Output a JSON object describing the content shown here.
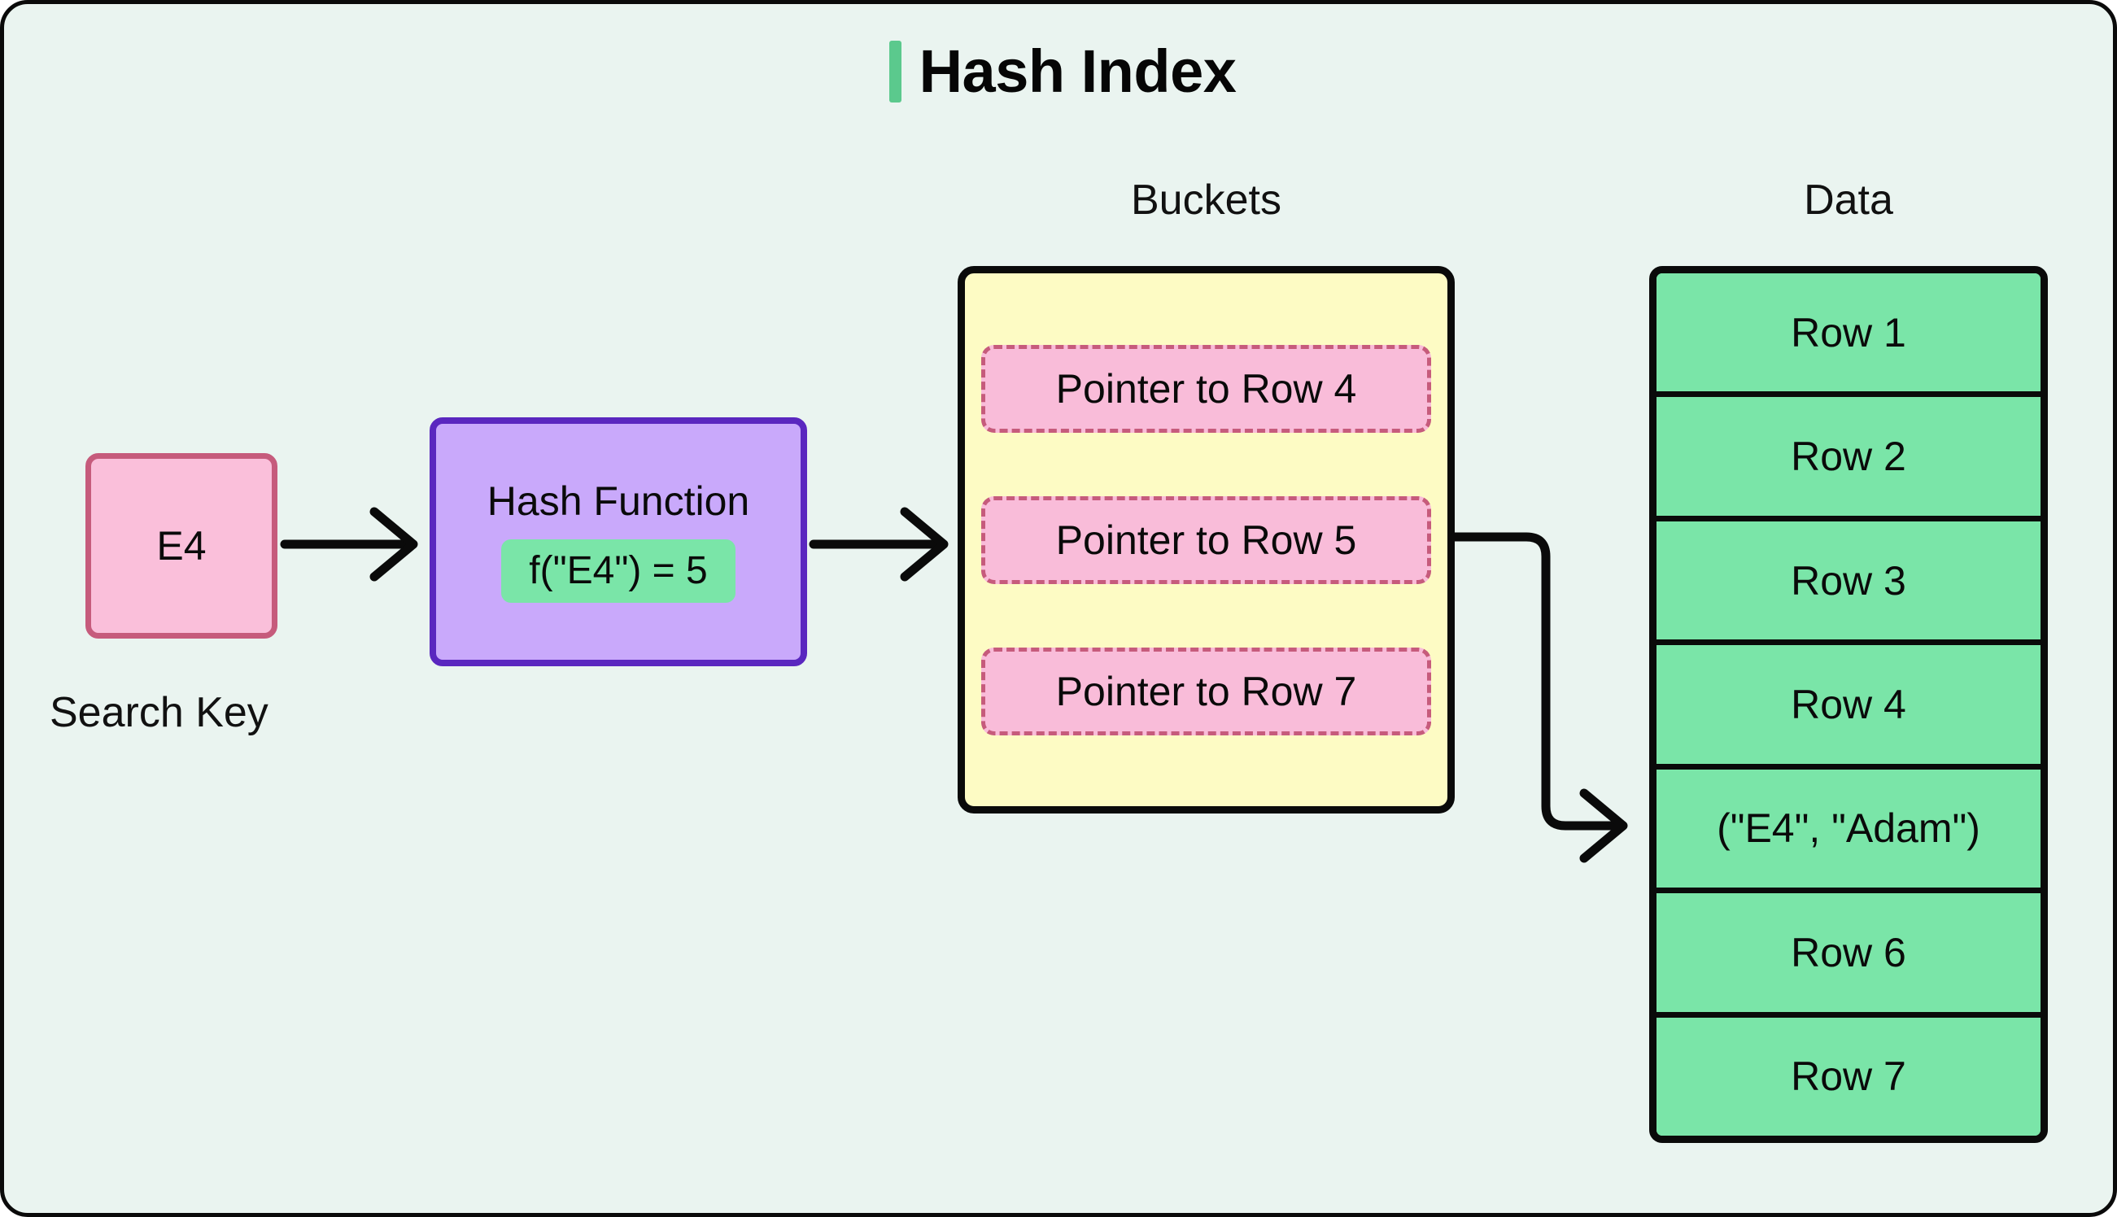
{
  "page": {
    "background_color": "#eaf4f0",
    "border_color": "#0a0a0a"
  },
  "title": {
    "text": "Hash Index",
    "accent_color": "#5bc98d"
  },
  "columns": {
    "buckets_header": "Buckets",
    "data_header": "Data"
  },
  "search_key": {
    "value": "E4",
    "label": "Search Key",
    "fill_color": "#fabfda",
    "border_color": "#c65b7c"
  },
  "hash_function": {
    "title": "Hash Function",
    "formula": "f(\"E4\") = 5",
    "fill_color": "#c9a9fb",
    "border_color": "#5a27bf",
    "formula_fill_color": "#7ae5a8"
  },
  "buckets": {
    "fill_color": "#fdfbc4",
    "border_color": "#0a0a0a",
    "pointer_fill_color": "#f9bcd9",
    "pointer_border_color": "#c65b7c",
    "items": [
      {
        "label": "Pointer to Row 4"
      },
      {
        "label": "Pointer to Row 5"
      },
      {
        "label": "Pointer to Row 7"
      }
    ]
  },
  "data_table": {
    "fill_color": "#7ae5a8",
    "border_color": "#0a0a0a",
    "rows": [
      {
        "label": "Row 1"
      },
      {
        "label": "Row 2"
      },
      {
        "label": "Row 3"
      },
      {
        "label": "Row 4"
      },
      {
        "label": "(\"E4\", \"Adam\")"
      },
      {
        "label": "Row 6"
      },
      {
        "label": "Row 7"
      }
    ]
  },
  "arrows": [
    {
      "name": "search-key-to-hash-function",
      "color": "#0a0a0a"
    },
    {
      "name": "hash-function-to-buckets",
      "color": "#0a0a0a"
    },
    {
      "name": "buckets-to-data-row",
      "color": "#0a0a0a"
    }
  ]
}
